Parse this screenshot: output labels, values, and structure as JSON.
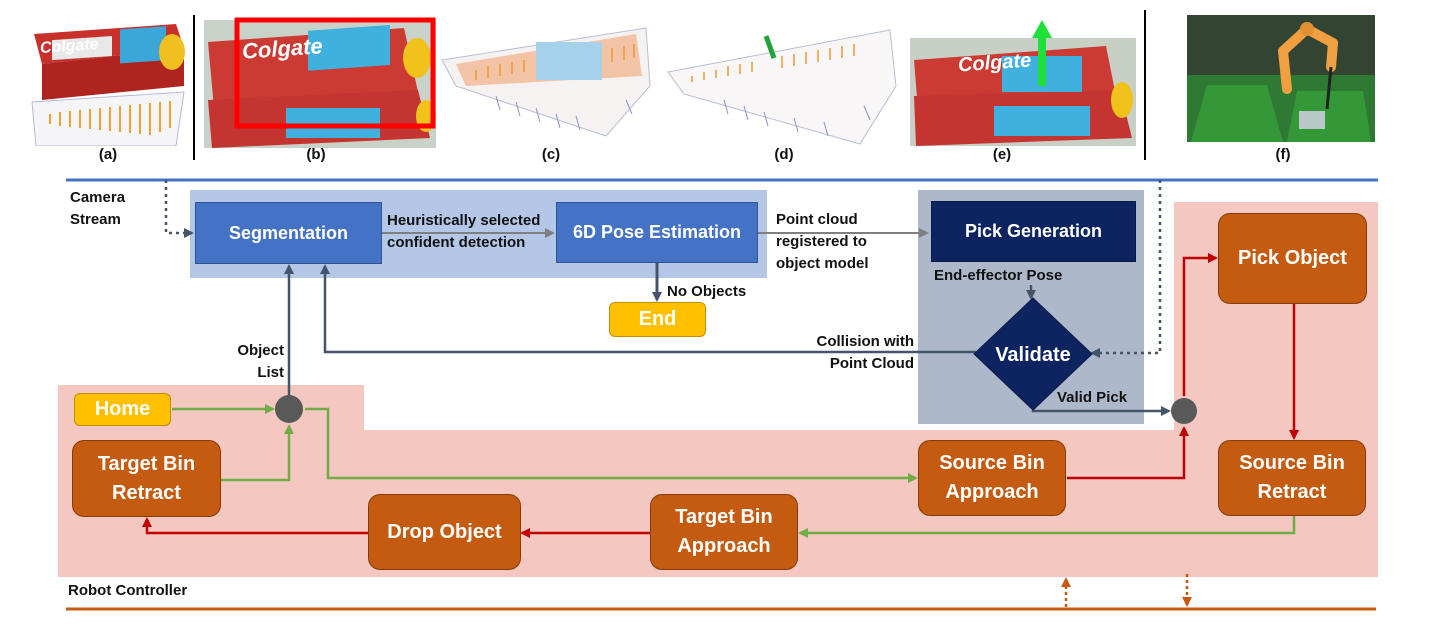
{
  "panels": {
    "a": {
      "label": "(a)",
      "brand": "Colgate"
    },
    "b": {
      "label": "(b)",
      "brand": "Colgate"
    },
    "c": {
      "label": "(c)"
    },
    "d": {
      "label": "(d)"
    },
    "e": {
      "label": "(e)",
      "brand": "Colgate"
    },
    "f": {
      "label": "(f)"
    }
  },
  "lanes": {
    "camera": "Camera\nStream",
    "robot": "Robot Controller"
  },
  "nodes": {
    "segmentation": "Segmentation",
    "pose": "6D Pose Estimation",
    "pick_generation": "Pick Generation",
    "validate": "Validate",
    "end": "End",
    "home": "Home",
    "pick_object": "Pick Object",
    "source_bin_retract": "Source Bin\nRetract",
    "source_bin_approach": "Source Bin\nApproach",
    "target_bin_approach": "Target Bin\nApproach",
    "drop_object": "Drop Object",
    "target_bin_retract": "Target Bin\nRetract"
  },
  "edge_labels": {
    "heuristic": "Heuristically selected\nconfident detection",
    "point_cloud": "Point cloud\nregistered to\nobject model",
    "no_objects": "No Objects",
    "end_effector": "End-effector  Pose",
    "collision": "Collision with\nPoint Cloud",
    "valid_pick": "Valid Pick",
    "object_list": "Object\nList"
  },
  "colors": {
    "camera_lane": "#4472c4",
    "robot_lane": "#c55a11",
    "blue_region": "#b4c7e7",
    "gray_region": "#adb9ca",
    "pink_region": "#f4c7c0",
    "red_edge": "#c00000",
    "green_edge": "#70ad47",
    "dark_edge": "#44546a",
    "bbox_red": "#ff0000"
  }
}
